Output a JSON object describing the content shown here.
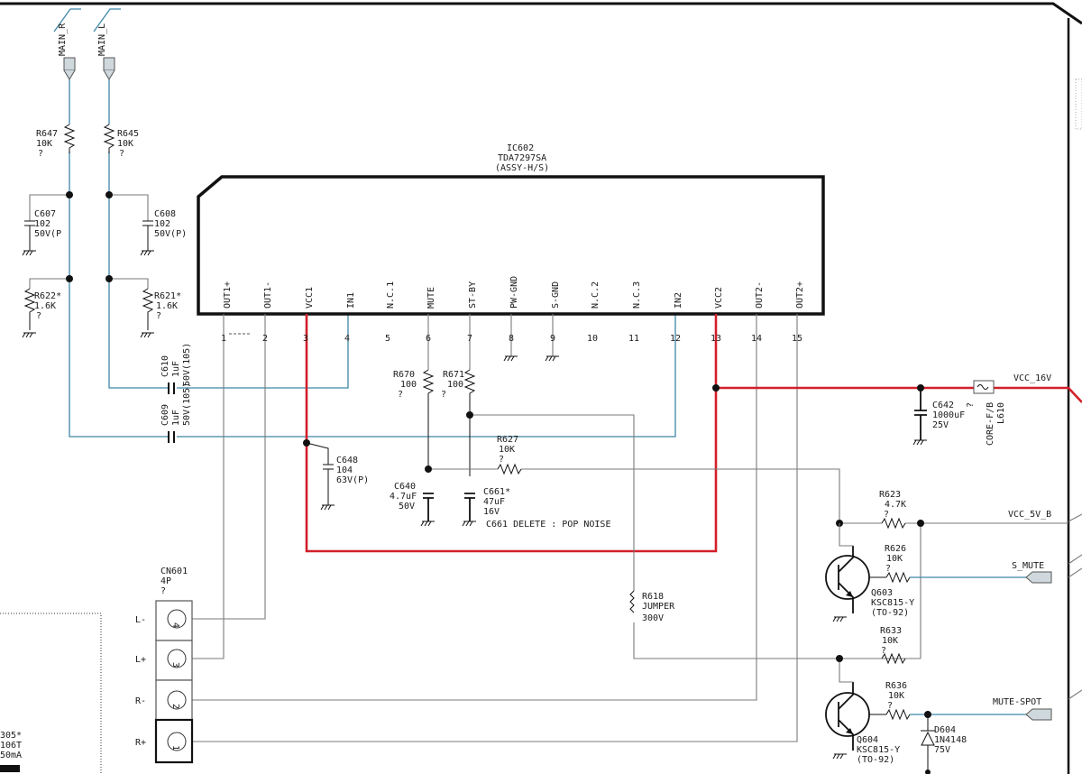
{
  "ports": {
    "main_r": "MAIN_R",
    "main_l": "MAIN_L"
  },
  "ic": {
    "ref": "IC602",
    "part": "TDA7297SA",
    "assy": "(ASSY-H/S)",
    "pins": [
      {
        "num": "1",
        "name": "OUT1+"
      },
      {
        "num": "2",
        "name": "OUT1-"
      },
      {
        "num": "3",
        "name": "VCC1"
      },
      {
        "num": "4",
        "name": "IN1"
      },
      {
        "num": "5",
        "name": "N.C.1"
      },
      {
        "num": "6",
        "name": "MUTE"
      },
      {
        "num": "7",
        "name": "ST-BY"
      },
      {
        "num": "8",
        "name": "PW-GND"
      },
      {
        "num": "9",
        "name": "S-GND"
      },
      {
        "num": "10",
        "name": "N.C.2"
      },
      {
        "num": "11",
        "name": "N.C.3"
      },
      {
        "num": "12",
        "name": "IN2"
      },
      {
        "num": "13",
        "name": "VCC2"
      },
      {
        "num": "14",
        "name": "OUT2-"
      },
      {
        "num": "15",
        "name": "OUT2+"
      }
    ]
  },
  "parts": {
    "r647": {
      "ref": "R647",
      "value": "10K",
      "note": "?"
    },
    "r645": {
      "ref": "R645",
      "value": "10K",
      "note": "?"
    },
    "c607": {
      "ref": "C607",
      "value": "102",
      "rating": "50V(P"
    },
    "c608": {
      "ref": "C608",
      "value": "102",
      "rating": "50V(P)"
    },
    "r622": {
      "ref": "R622*",
      "value": "1.6K",
      "note": "?"
    },
    "r621": {
      "ref": "R621*",
      "value": "1.6K",
      "note": "?"
    },
    "c610": {
      "ref": "C610",
      "value": "1uF",
      "rating": "50V(105)"
    },
    "c609": {
      "ref": "C609",
      "value": "1uF",
      "rating": "50V(105)"
    },
    "r670": {
      "ref": "R670",
      "value": "100",
      "note": "?"
    },
    "r671": {
      "ref": "R671",
      "value": "100",
      "note": "?"
    },
    "r627": {
      "ref": "R627",
      "value": "10K",
      "note": "?"
    },
    "c648": {
      "ref": "C648",
      "value": "104",
      "rating": "63V(P)"
    },
    "c640": {
      "ref": "C640",
      "value": "4.7uF",
      "rating": "50V"
    },
    "c661": {
      "ref": "C661*",
      "value": "47uF",
      "rating": "16V"
    },
    "r618": {
      "ref": "R618",
      "value": "JUMPER",
      "rating": "300V"
    },
    "c642": {
      "ref": "C642",
      "value": "1000uF",
      "rating": "25V"
    },
    "l610": {
      "ref": "L610",
      "value": "CORE-F/B",
      "note": "?"
    },
    "r623": {
      "ref": "R623",
      "value": "4.7K",
      "note": "?"
    },
    "r626": {
      "ref": "R626",
      "value": "10K",
      "note": "?"
    },
    "q603": {
      "ref": "Q603",
      "value": "KSC815-Y",
      "package": "(TO-92)"
    },
    "r633": {
      "ref": "R633",
      "value": "10K",
      "note": "?"
    },
    "r636": {
      "ref": "R636",
      "value": "10K",
      "note": "?"
    },
    "q604": {
      "ref": "Q604",
      "value": "KSC815-Y",
      "package": "(TO-92)"
    },
    "d604": {
      "ref": "D604",
      "value": "1N4148",
      "rating": "75V"
    },
    "cn601": {
      "ref": "CN601",
      "value": "4P",
      "note": "?",
      "pins": [
        {
          "num": "4",
          "label": "L-"
        },
        {
          "num": "3",
          "label": "L+"
        },
        {
          "num": "2",
          "label": "R-"
        },
        {
          "num": "1",
          "label": "R+"
        }
      ]
    }
  },
  "nets": {
    "vcc_16v": "VCC_16V",
    "vcc_5v_b": "VCC_5V_B",
    "s_mute": "S_MUTE",
    "mute_spot": "MUTE-SPOT"
  },
  "notes": {
    "c661": "C661 DELETE : POP NOISE"
  },
  "partial": {
    "ref": "305*",
    "value": "106T",
    "rating": "50mA"
  },
  "colors": {
    "signal_wire": "#3f86a8",
    "power_wire": "#d21f2a",
    "port_fill": "#cfd8dc"
  }
}
